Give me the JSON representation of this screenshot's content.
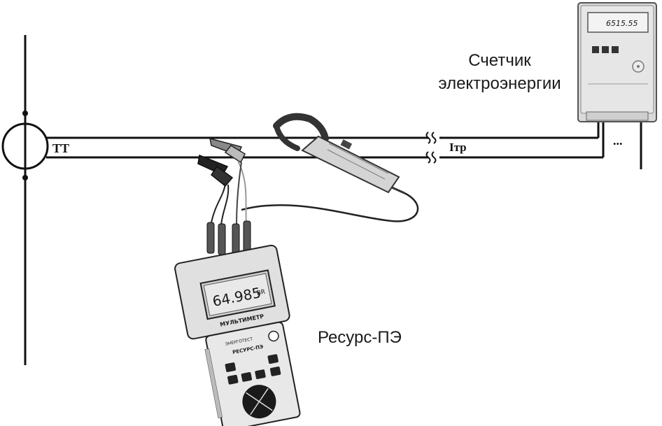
{
  "labels": {
    "ct": "TT",
    "current": "Iтр",
    "dots": "...",
    "meter_line1": "Счетчик",
    "meter_line2": "электроэнергии",
    "device": "Ресурс-ПЭ"
  },
  "meter": {
    "reading": "6515.55"
  },
  "multimeter": {
    "display_value": "64.985",
    "display_unit": "BR",
    "panel_label": "МУЛЬТИМЕТР",
    "brand": "ЭНЕРГОТЕСТ",
    "model": "РЕСУРС-ПЭ"
  }
}
